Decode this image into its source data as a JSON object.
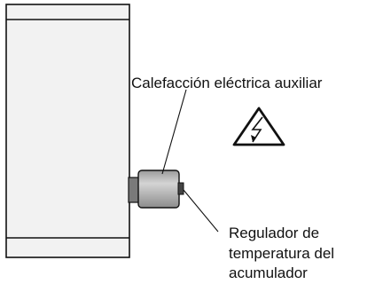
{
  "labels": {
    "heater": "Calefacción eléctrica auxiliar",
    "regulator": [
      "Regulador de",
      "temperatura del",
      "acumulador"
    ]
  },
  "icons": {
    "warning": "electrical-hazard-warning-icon"
  },
  "colors": {
    "tank_fill": "#f2f2f2",
    "outline": "#111111",
    "heater_body": "#b8b8b8",
    "heater_flange": "#7a7a7a",
    "background": "#ffffff"
  }
}
